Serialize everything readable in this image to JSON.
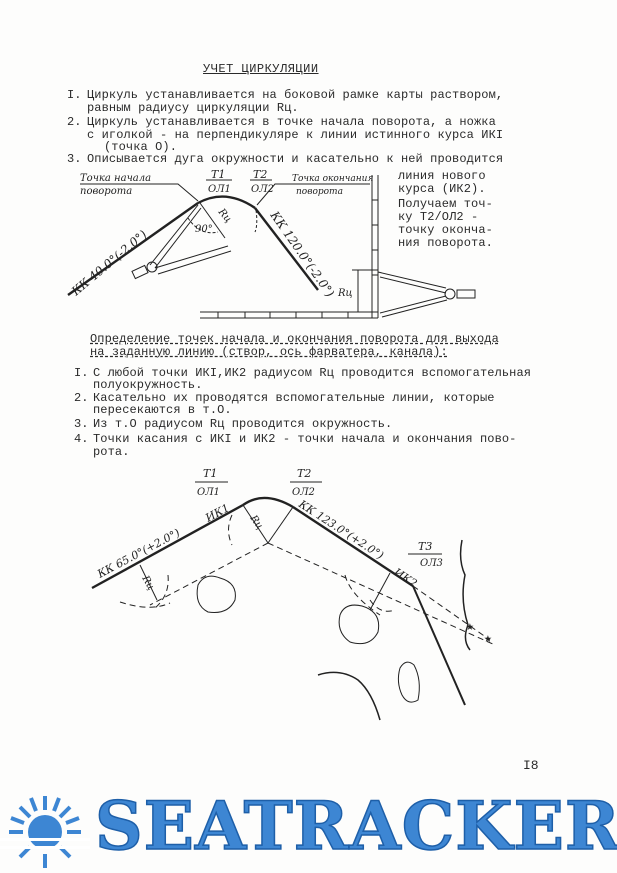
{
  "title": "УЧЕТ ЦИРКУЛЯЦИИ",
  "steps1": [
    {
      "num": "I.",
      "lines": [
        "Циркуль устанавливается на боковой рамке карты раствором,",
        "равным радиусу циркуляции Rц."
      ]
    },
    {
      "num": "2.",
      "lines": [
        "Циркуль устанавливается в точке начала поворота, а ножка",
        "с иголкой - на перпендикуляре к линии истинного курса ИКI",
        "(точка О)."
      ]
    },
    {
      "num": "3.",
      "lines": [
        "Описывается дуга окружности и касательно к ней проводится"
      ]
    }
  ],
  "side_text": [
    "линия нового",
    "курса (ИК2).",
    "Получаем точ-",
    "ку T2/ОЛ2 -",
    "точку оконча-",
    "ния поворота."
  ],
  "diagram1": {
    "start_label": [
      "Точка начала",
      "поворота"
    ],
    "end_label": [
      "Точка окончания",
      "поворота"
    ],
    "t1": "T1",
    "ol1": "ОЛ1",
    "t2": "T2",
    "ol2": "ОЛ2",
    "course1": "КК 40.0°(-2.0°)",
    "course2": "КК 120.0°(-2.0°)",
    "angle": "90°",
    "radius": "Rц",
    "radius_ruler": "Rц"
  },
  "section2": {
    "heading": [
      "Определение точек начала и окончания поворота для выхода",
      "на заданную линию (створ, ось фарватера, канала):"
    ],
    "steps": [
      {
        "num": "I.",
        "lines": [
          "С любой точки ИКI,ИК2 радиусом Rц проводится вспомогательная",
          "полуокружность."
        ]
      },
      {
        "num": "2.",
        "lines": [
          "Касательно их проводятся вспомогательные линии, которые",
          "пересекаются в т.О."
        ]
      },
      {
        "num": "3.",
        "lines": [
          "Из т.О радиусом Rц проводится окружность."
        ]
      },
      {
        "num": "4.",
        "lines": [
          "Точки касания с ИКI и ИК2 - точки начала и окончания пово-",
          "рота."
        ]
      }
    ]
  },
  "diagram2": {
    "t1": "T1",
    "ol1": "ОЛ1",
    "t2": "T2",
    "ol2": "ОЛ2",
    "t3": "T3",
    "ol3": "ОЛ3",
    "course1": "КК 65.0°(+2.0°)",
    "ik1": "ИК1",
    "course2": "КК 123.0°(+2.0°)",
    "ik2": "ИК2",
    "radius": "Rц"
  },
  "page_number": "I8",
  "watermark": "SEATRACKER.RU",
  "colors": {
    "ink": "#2a2a2a",
    "watermark": "#3d86d3"
  }
}
